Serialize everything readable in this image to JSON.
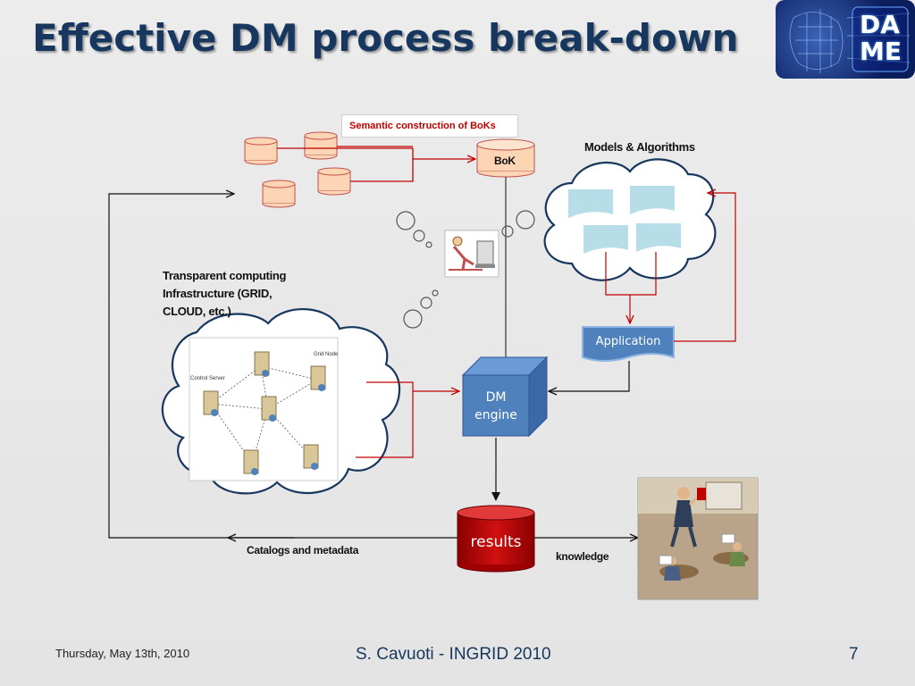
{
  "slide": {
    "title": "Effective DM process break-down",
    "logo_line1": "DA",
    "logo_line2": "ME"
  },
  "diagram": {
    "semantic_label": "Semantic construction of BoKs",
    "bok_label": "BoK",
    "models_label": "Models & Algorithms",
    "infra_label_lines": [
      "Transparent computing",
      "Infrastructure (GRID,",
      "CLOUD, etc.)"
    ],
    "grid_node_label": "Grid Node",
    "control_server_label": "Control Server",
    "application_label": "Application",
    "dm_engine_lines": [
      "DM",
      "engine"
    ],
    "results_label": "results",
    "catalogs_label": "Catalogs and metadata",
    "knowledge_label": "knowledge",
    "colors": {
      "dark_blue": "#17375e",
      "arrow_red": "#c00000",
      "cube_blue": "#4f81bd",
      "cylinder_peach": "#fcd5b4",
      "results_red": "#c00000"
    }
  },
  "footer": {
    "date": "Thursday, May 13th, 2010",
    "author": "S. Cavuoti - INGRID 2010",
    "page_number": "7"
  }
}
